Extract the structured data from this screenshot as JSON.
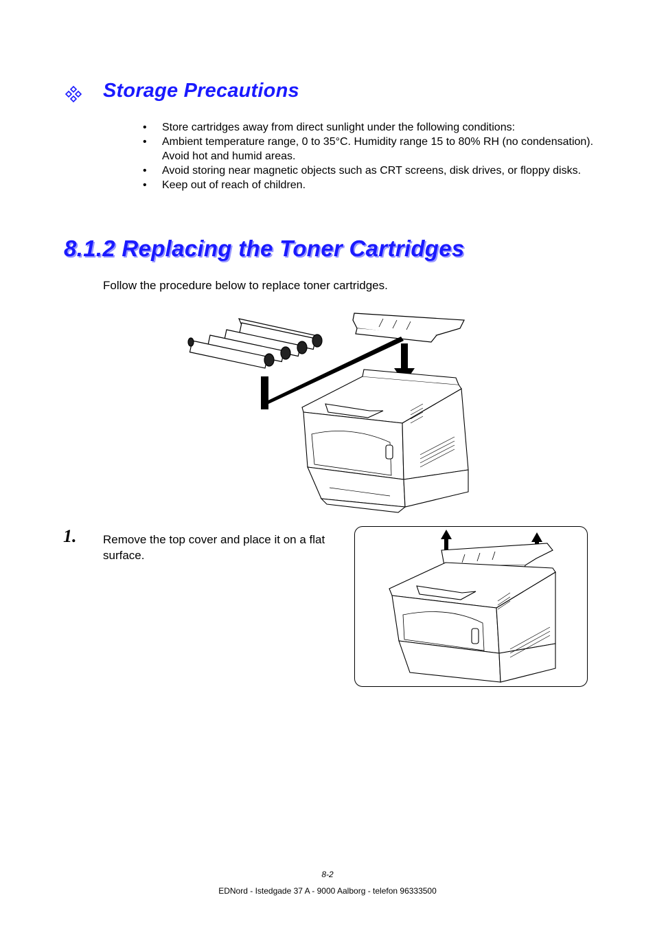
{
  "storage": {
    "heading": "Storage Precautions",
    "bullets": [
      "Store cartridges away from direct sunlight under the following conditions:",
      "Ambient temperature range, 0 to 35°C. Humidity range 15 to 80% RH (no condensation). Avoid hot and humid areas.",
      "Avoid storing near magnetic objects such as CRT screens, disk drives, or floppy disks.",
      "Keep out of reach of children."
    ]
  },
  "section": {
    "heading": "8.1.2  Replacing the Toner Cartridges",
    "intro": "Follow the procedure below to replace toner cartridges."
  },
  "step1": {
    "number": "1.",
    "text": "Remove the top cover and place it on a flat surface."
  },
  "footer": {
    "page_number": "8-2",
    "address": "EDNord - Istedgade 37 A - 9000 Aalborg - telefon 96333500"
  },
  "colors": {
    "heading": "#1a1aff"
  }
}
